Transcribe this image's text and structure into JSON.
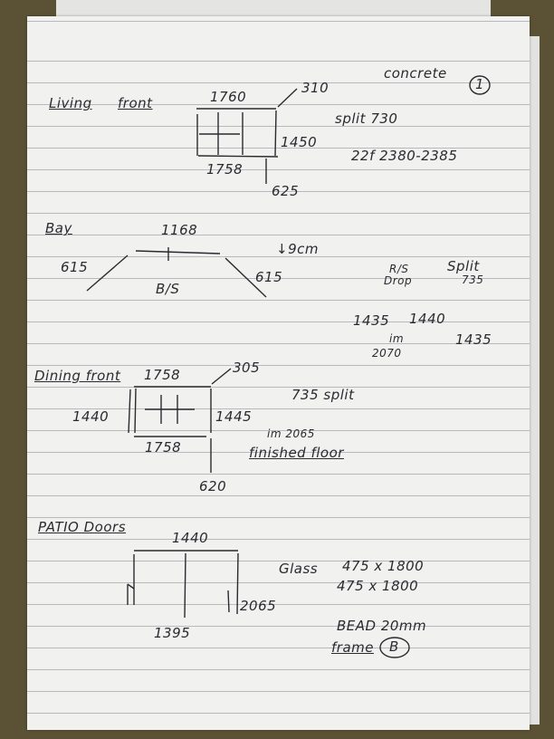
{
  "header": {
    "concrete": "concrete",
    "page_number": "1"
  },
  "living_front": {
    "title_a": "Living",
    "title_b": "front",
    "top": "1760",
    "corner": "310",
    "right": "1450",
    "bottom": "1758",
    "below": "625",
    "split": "split 730",
    "note": "22f 2380-2385"
  },
  "bay": {
    "title": "Bay",
    "top": "1168",
    "left": "615",
    "right": "615",
    "center": "B/S",
    "drop_note": "↓9cm",
    "rs": "R/S",
    "drop": "Drop",
    "split_label": "Split",
    "split_value": "735",
    "m1": "1435",
    "m2": "1440",
    "m3": "1435",
    "im": "im",
    "m4": "2070"
  },
  "dining_front": {
    "title": "Dining front",
    "top": "1758",
    "corner": "305",
    "left": "1440",
    "right": "1445",
    "bottom": "1758",
    "below": "620",
    "split": "735 split",
    "im": "im 2065",
    "finished": "finished floor"
  },
  "patio": {
    "title": "PATIO Doors",
    "top": "1440",
    "right": "2065",
    "bottom": "1395",
    "glass_label": "Glass",
    "glass1": "475 x 1800",
    "glass2": "475 x 1800",
    "bead": "BEAD 20mm",
    "frame": "frame",
    "frame_code": "B"
  }
}
